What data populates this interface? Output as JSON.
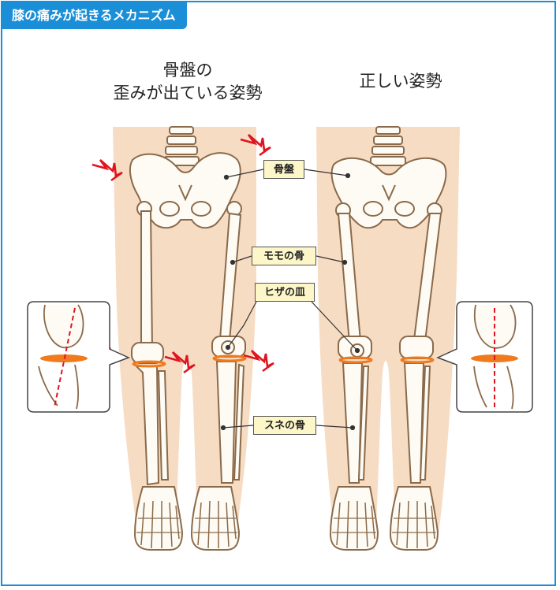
{
  "title": "膝の痛みが起きるメカニズム",
  "headings": {
    "left_line1": "骨盤の",
    "left_line2": "歪みが出ている姿勢",
    "right": "正しい姿勢"
  },
  "labels": {
    "pelvis": "骨盤",
    "femur": "モモの骨",
    "patella": "ヒザの皿",
    "tibia": "スネの骨"
  },
  "colors": {
    "accent": "#1a8fd8",
    "skin": "#f7dcc4",
    "bone_fill": "#fdfbf4",
    "bone_stroke": "#8a6a4a",
    "pain": "#e0141e",
    "knee_ring": "#f07a1e",
    "label_fill": "#fdf6c8"
  },
  "icons": [
    "pain-burst-icon"
  ]
}
